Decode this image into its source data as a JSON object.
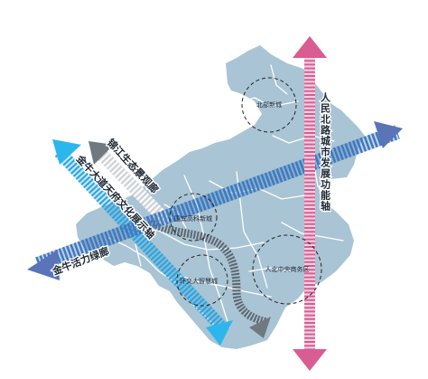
{
  "colors": {
    "land": "#a9c4d4",
    "road": "#ffffff",
    "green_axis": "#8a8f96",
    "blue_axis": "#1fa4e0",
    "pink_axis": "#d95c93",
    "purple_axis": "#5a74b8"
  },
  "axes": {
    "north_south": "人民北路城市发展功能轴",
    "wenhua": "金牛大道天府文化展示轴",
    "shengtai": "锦江生态景观廊",
    "huoli": "金牛活力绿廊"
  },
  "zones": {
    "beibu": "北部新城",
    "guobin": "国宾高科新城",
    "renbei": "人北中央商务区",
    "huanjiao": "环交大智慧城"
  }
}
